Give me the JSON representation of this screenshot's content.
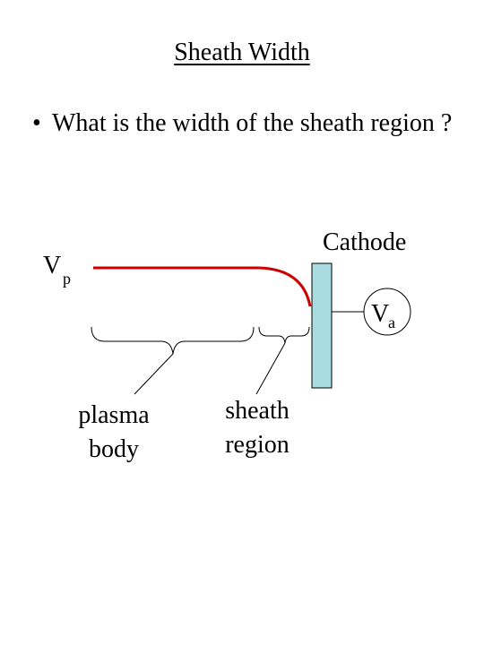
{
  "slide": {
    "title": "Sheath Width",
    "bullet_symbol": "•",
    "bullet_text": "What is the width of the sheath region ?"
  },
  "diagram": {
    "label_vp_main": "V",
    "label_vp_sub": "p",
    "label_cathode": "Cathode",
    "label_va_main": "V",
    "label_va_sub": "a",
    "label_plasma_line1": "plasma",
    "label_plasma_line2": "body",
    "label_sheath_line1": "sheath",
    "label_sheath_line2": "region",
    "colors": {
      "potential_curve": "#cc0000",
      "cathode_fill": "#a8dce0",
      "cathode_stroke": "#000000",
      "lines": "#000000"
    }
  }
}
